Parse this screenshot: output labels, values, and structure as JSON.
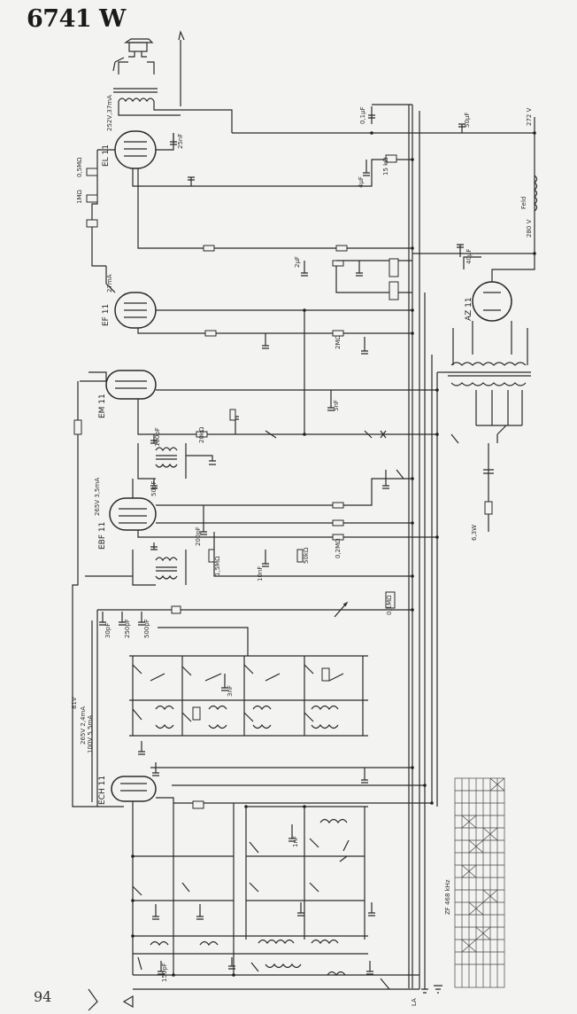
{
  "header": {
    "title": "6741 W"
  },
  "footer": {
    "page_number": "94"
  },
  "tubes": [
    {
      "id": "el11",
      "label": "EL 11"
    },
    {
      "id": "ef11",
      "label": "EF 11"
    },
    {
      "id": "em11",
      "label": "EM 11"
    },
    {
      "id": "ebf11",
      "label": "EBF 11"
    },
    {
      "id": "ech11",
      "label": "ECH 11"
    },
    {
      "id": "az11",
      "label": "AZ 11"
    }
  ],
  "labels": {
    "el11_current": "252V,37mA",
    "ef11_current": "27mA",
    "ebf11_current": "265V 3,5mA",
    "ech11_current1": "81V",
    "ech11_current2": "265V 2,4mA",
    "ech11_current3": "100V 5,5mA",
    "anode_270v": "272 V",
    "anode_280v": "280 V",
    "feld": "Feld",
    "table_caption": "ZF 468 kHz",
    "lamp_label": "6,3W",
    "switch_label": "LA"
  },
  "component_values": [
    "25nF",
    "0,1μF",
    "50μF",
    "4μF",
    "2μF",
    "15 kΩ",
    "0,5MΩ",
    "1MΩ",
    "2MΩ",
    "100pF",
    "50pF",
    "200pF",
    "10nF",
    "5nF",
    "40μF",
    "0,2MΩ",
    "20kΩ",
    "50kΩ",
    "1,5MΩ",
    "0,1MΩ",
    "30pF",
    "250pF",
    "500pF",
    "3nF",
    "1nF",
    "150pF"
  ]
}
